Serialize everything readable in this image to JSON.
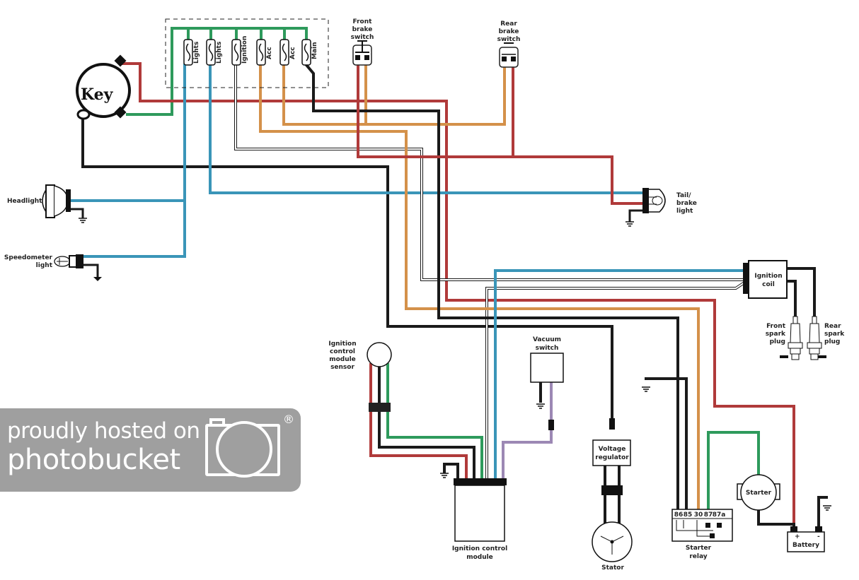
{
  "diagram": {
    "title": "Motorcycle wiring diagram",
    "wire_colors": {
      "red": "#b03a3a",
      "green": "#2e9a5c",
      "blue": "#3a95b8",
      "orange": "#d4914a",
      "black": "#1a1a1a",
      "purple": "#9c88b4",
      "white": "#ffffff"
    },
    "fuse_box": {
      "fuses": [
        {
          "label": "Lights"
        },
        {
          "label": "Lights"
        },
        {
          "label": "Ignition"
        },
        {
          "label": "Acc"
        },
        {
          "label": "Acc"
        },
        {
          "label": "Main"
        }
      ]
    },
    "components": {
      "key": "Key",
      "front_brake_switch": [
        "Front",
        "brake",
        "switch"
      ],
      "rear_brake_switch": [
        "Rear",
        "brake",
        "switch"
      ],
      "headlight": "Headlight",
      "speedometer_light": [
        "Speedometer",
        "light"
      ],
      "tail_brake_light": [
        "Tail/",
        "brake",
        "light"
      ],
      "ignition_coil": [
        "Ignition",
        "coil"
      ],
      "front_spark_plug": [
        "Front",
        "spark",
        "plug"
      ],
      "rear_spark_plug": [
        "Rear",
        "spark",
        "plug"
      ],
      "ignition_control_module_sensor": [
        "Ignition",
        "control",
        "module",
        "sensor"
      ],
      "vacuum_switch": [
        "Vacuum",
        "switch"
      ],
      "ignition_control_module": [
        "Ignition control",
        "module"
      ],
      "voltage_regulator": [
        "Voltage",
        "regulator"
      ],
      "stator": "Stator",
      "starter_relay": [
        "Starter",
        "relay"
      ],
      "relay_pins": [
        "86",
        "85",
        "30",
        "87",
        "87a"
      ],
      "starter": "Starter",
      "battery": "Battery",
      "battery_plus": "+",
      "battery_minus": "-"
    }
  },
  "watermark": {
    "line1": "proudly hosted on",
    "line2": "photobucket",
    "registered": "®"
  }
}
